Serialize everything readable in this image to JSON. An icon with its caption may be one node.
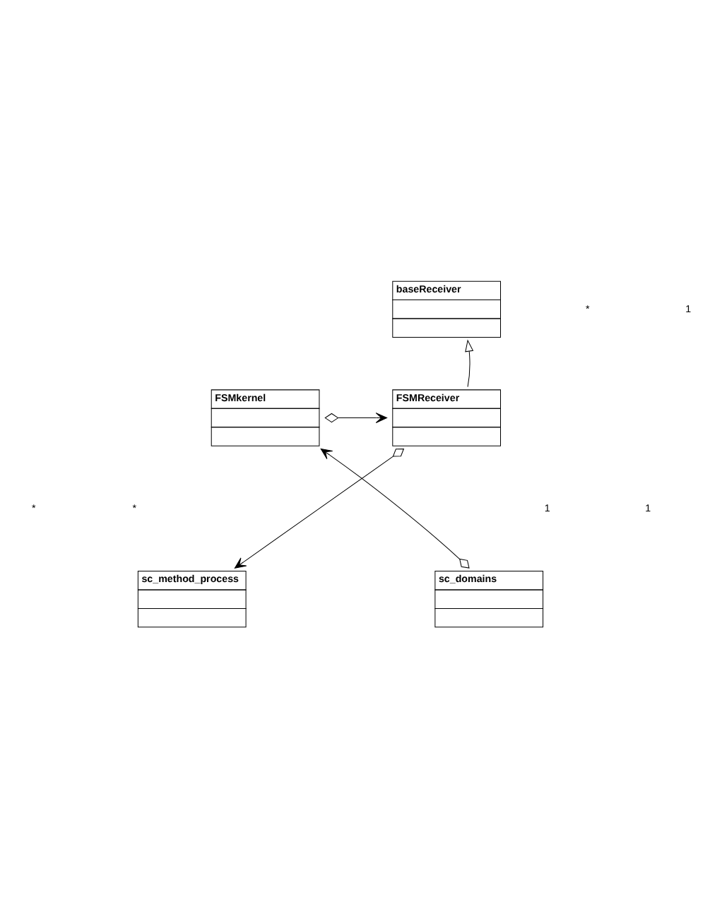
{
  "diagram": {
    "nodes": [
      {
        "text": [
          "baseReceiver"
        ]
      },
      {
        "text": [
          "FSMReceiver"
        ]
      },
      {
        "text": [
          "FSMkernel"
        ]
      },
      {
        "text": [
          "sc_method_process"
        ]
      },
      {
        "text": [
          "sc_domains"
        ]
      }
    ],
    "edges": [
      {
        "from": 1,
        "to": 0,
        "arrow": "to"
      },
      {
        "from": 2,
        "to": 1,
        "arrow": "to"
      },
      {
        "from": 1,
        "to": 3,
        "arrow": "to"
      },
      {
        "from": 4,
        "to": 2,
        "arrow": "to"
      }
    ],
    "labels": [
      "*",
      "1",
      "1",
      "*",
      "*",
      "1"
    ]
  }
}
